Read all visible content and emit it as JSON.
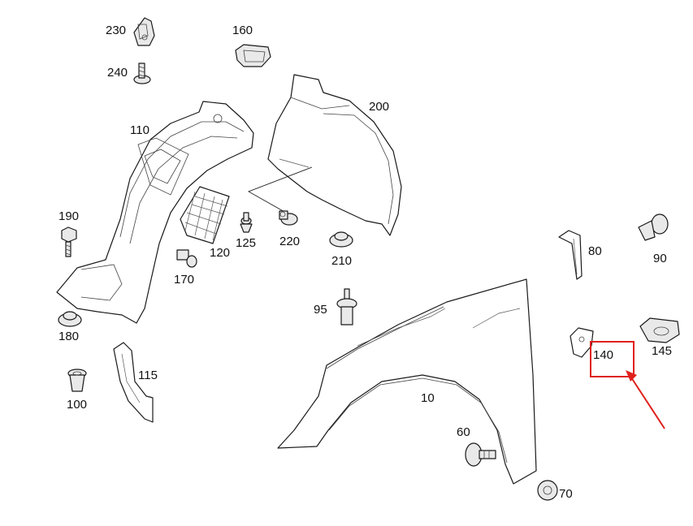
{
  "parts": [
    {
      "id": "230",
      "label": "230"
    },
    {
      "id": "240",
      "label": "240"
    },
    {
      "id": "160",
      "label": "160"
    },
    {
      "id": "200",
      "label": "200"
    },
    {
      "id": "110",
      "label": "110"
    },
    {
      "id": "190",
      "label": "190"
    },
    {
      "id": "125",
      "label": "125"
    },
    {
      "id": "220",
      "label": "220"
    },
    {
      "id": "120",
      "label": "120"
    },
    {
      "id": "210",
      "label": "210"
    },
    {
      "id": "170",
      "label": "170"
    },
    {
      "id": "180",
      "label": "180"
    },
    {
      "id": "80",
      "label": "80"
    },
    {
      "id": "90",
      "label": "90"
    },
    {
      "id": "95",
      "label": "95"
    },
    {
      "id": "140",
      "label": "140"
    },
    {
      "id": "145",
      "label": "145"
    },
    {
      "id": "115",
      "label": "115"
    },
    {
      "id": "100",
      "label": "100"
    },
    {
      "id": "10",
      "label": "10"
    },
    {
      "id": "60",
      "label": "60"
    },
    {
      "id": "70",
      "label": "70"
    }
  ],
  "highlight": {
    "part": "140",
    "color": "#e0201c"
  }
}
